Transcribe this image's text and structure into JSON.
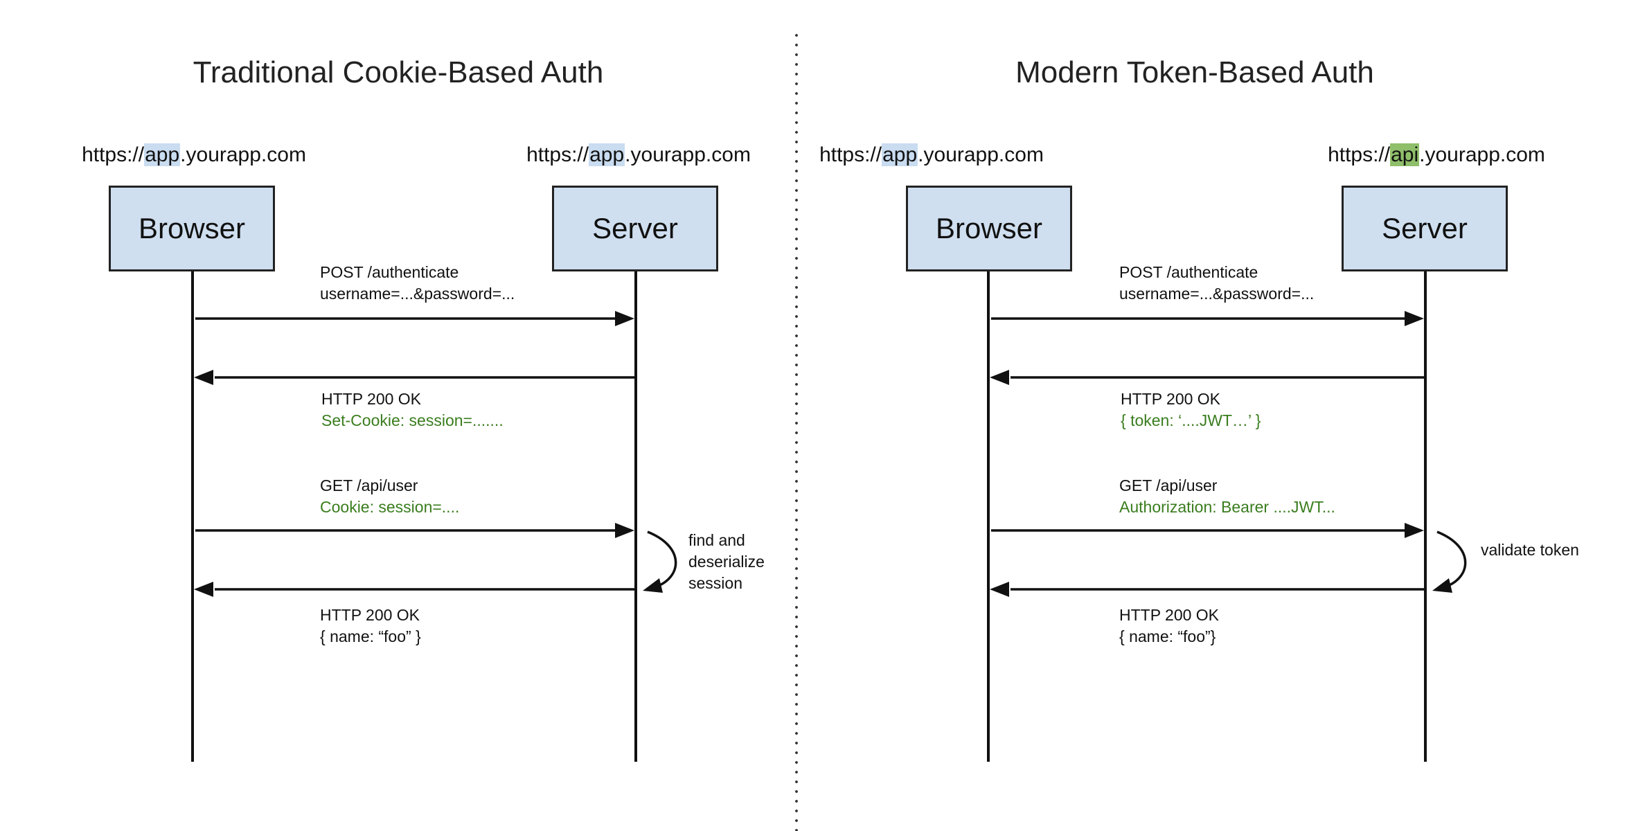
{
  "left": {
    "title": "Traditional Cookie-Based Auth",
    "browser_url": {
      "pre": "https://",
      "hl": "app",
      "post": ".yourapp.com",
      "hl_color": "#c9dcf0"
    },
    "server_url": {
      "pre": "https://",
      "hl": "app",
      "post": ".yourapp.com",
      "hl_color": "#c9dcf0"
    },
    "browser_label": "Browser",
    "server_label": "Server",
    "msg1": {
      "line1": "POST /authenticate",
      "line2": "username=...&password=..."
    },
    "msg2": {
      "line1": "HTTP 200 OK",
      "line2": "Set-Cookie: session=......."
    },
    "msg3": {
      "line1": "GET /api/user",
      "line2": "Cookie: session=...."
    },
    "msg4": {
      "line1": "HTTP 200 OK",
      "line2": "{  name: “foo” }"
    },
    "note": {
      "line1": "find and",
      "line2": "deserialize",
      "line3": "session"
    }
  },
  "right": {
    "title": "Modern Token-Based Auth",
    "browser_url": {
      "pre": "https://",
      "hl": "app",
      "post": ".yourapp.com",
      "hl_color": "#c9dcf0"
    },
    "server_url": {
      "pre": "https://",
      "hl": "api",
      "post": ".yourapp.com",
      "hl_color": "#8fbf6a"
    },
    "browser_label": "Browser",
    "server_label": "Server",
    "msg1": {
      "line1": "POST /authenticate",
      "line2": "username=...&password=..."
    },
    "msg2": {
      "line1": "HTTP 200 OK",
      "line2": "{ token: ‘....JWT…’ }"
    },
    "msg3": {
      "line1": "GET /api/user",
      "line2": "Authorization: Bearer ....JWT..."
    },
    "msg4": {
      "line1": "HTTP 200 OK",
      "line2": "{ name: “foo”}"
    },
    "note": {
      "line1": "validate token"
    }
  },
  "colors": {
    "box_fill": "#cfdff0",
    "green_text": "#3a7d1e"
  }
}
